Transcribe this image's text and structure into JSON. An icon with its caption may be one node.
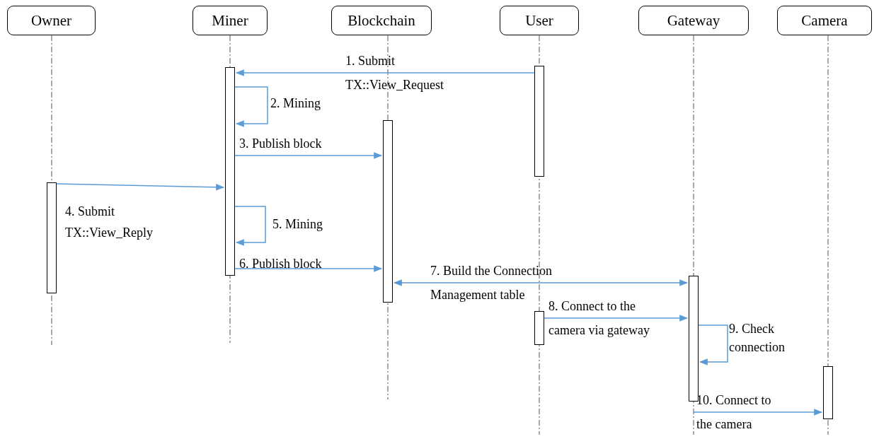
{
  "diagram": {
    "nodes": [
      {
        "text": [
          "Owner"
        ]
      },
      {
        "text": [
          "Miner"
        ]
      },
      {
        "text": [
          "Blockchain"
        ]
      },
      {
        "text": [
          "User"
        ]
      },
      {
        "text": [
          "Gateway"
        ]
      },
      {
        "text": [
          "Camera"
        ]
      },
      {
        "text": [],
        "shape": "bar"
      },
      {
        "text": [],
        "shape": "bar"
      },
      {
        "text": [],
        "shape": "bar"
      },
      {
        "text": [],
        "shape": "bar"
      },
      {
        "text": [],
        "shape": "bar"
      },
      {
        "text": [],
        "shape": "bar"
      },
      {
        "text": [],
        "shape": "bar"
      }
    ],
    "edges": [
      {
        "from": 9,
        "to": 7,
        "arrow": "to",
        "label": "1. Submit TX::View_Request"
      },
      {
        "from": 7,
        "to": 7,
        "arrow": "to",
        "label": "2. Mining"
      },
      {
        "from": 7,
        "to": 8,
        "arrow": "to",
        "label": "3. Publish block"
      },
      {
        "from": 6,
        "to": 7,
        "arrow": "to",
        "label": "4. Submit TX::View_Reply"
      },
      {
        "from": 7,
        "to": 7,
        "arrow": "to",
        "label": "5. Mining"
      },
      {
        "from": 7,
        "to": 8,
        "arrow": "to",
        "label": "6. Publish block"
      },
      {
        "from": 8,
        "to": 11,
        "arrow": "both",
        "label": "7. Build the Connection Management table"
      },
      {
        "from": 10,
        "to": 11,
        "arrow": "to",
        "label": "8. Connect to the camera via gateway"
      },
      {
        "from": 11,
        "to": 11,
        "arrow": "to",
        "label": "9. Check connection"
      },
      {
        "from": null,
        "to": 12,
        "arrow": "to",
        "label": "10. Connect to the camera"
      }
    ]
  }
}
